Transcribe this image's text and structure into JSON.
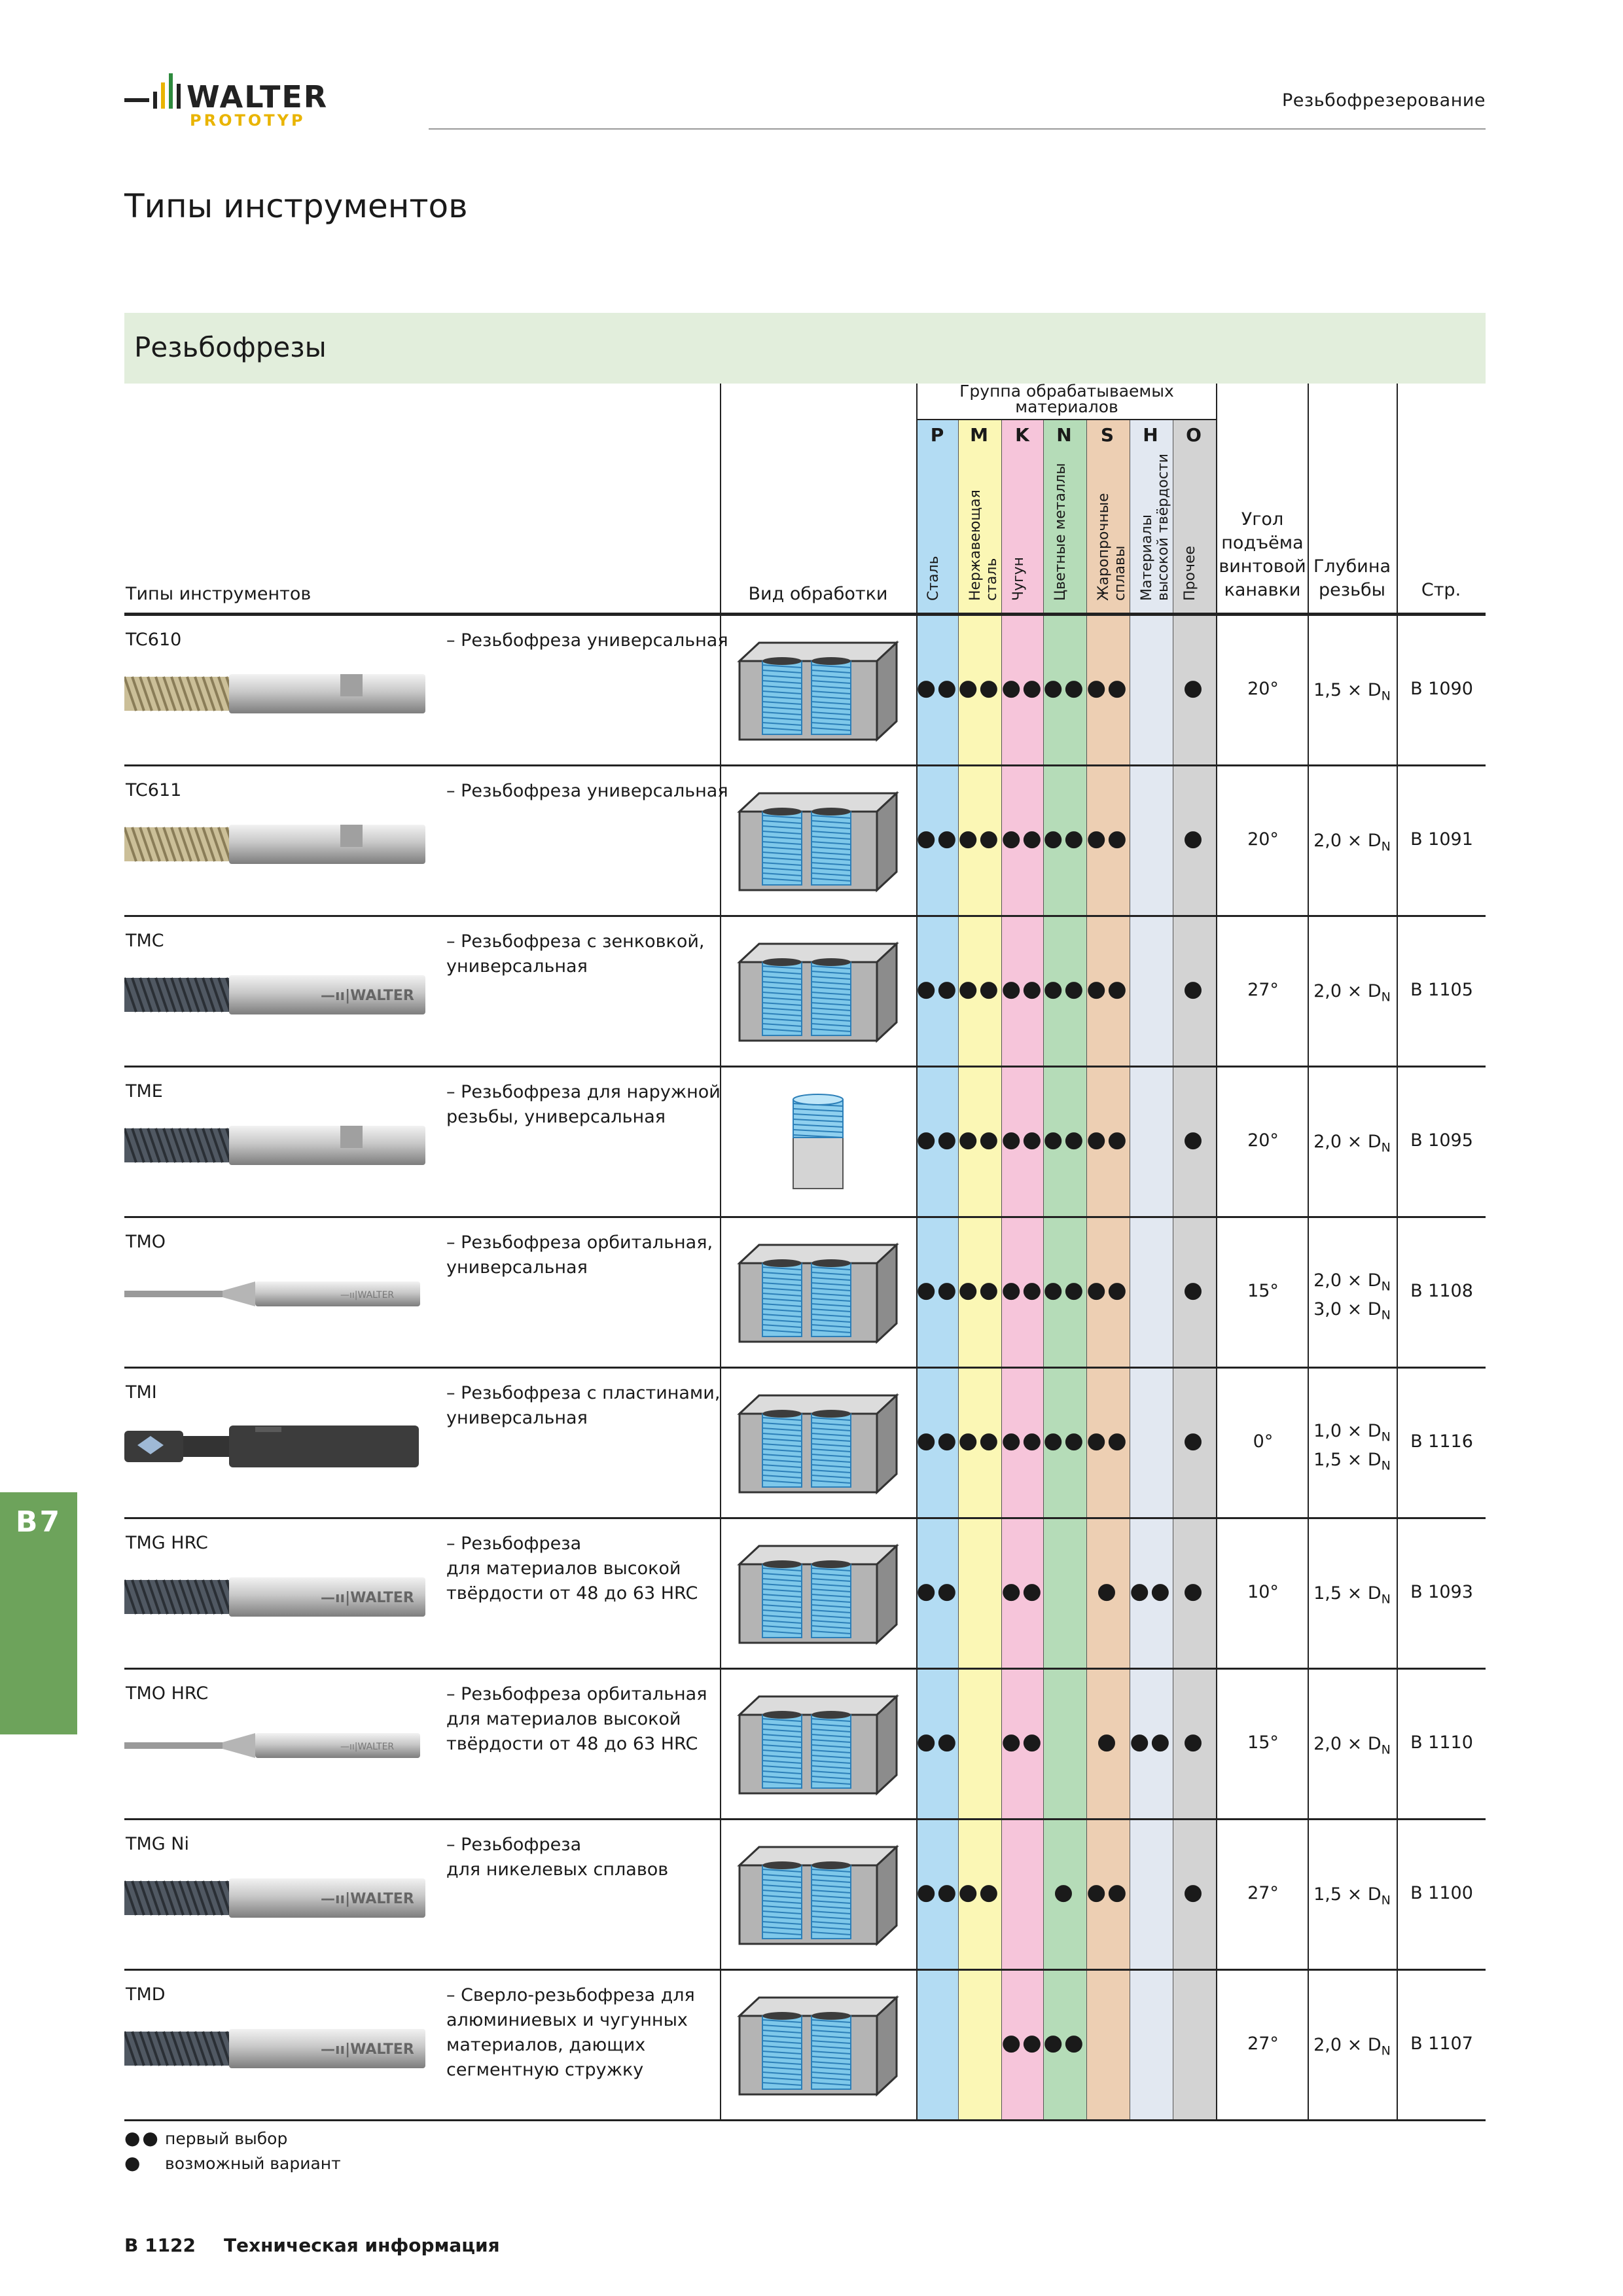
{
  "header": {
    "logo_text": "WALTER",
    "logo_subtext": "PROTOTYP",
    "section": "Резьбофрезерование"
  },
  "page_title": "Типы инструментов",
  "band_title": "Резьбофрезы",
  "table": {
    "col_tool_types": "Типы инструментов",
    "col_process": "Вид обработки",
    "group_header": "Группа обрабатываемых материалов",
    "materials": [
      {
        "letter": "P",
        "name": "Сталь",
        "color": "#b3dcf3"
      },
      {
        "letter": "M",
        "name": "Нержавеющая сталь",
        "color": "#fbf7b5"
      },
      {
        "letter": "K",
        "name": "Чугун",
        "color": "#f6c5da"
      },
      {
        "letter": "N",
        "name": "Цветные металлы",
        "color": "#b5dcb8"
      },
      {
        "letter": "S",
        "name": "Жаропрочные сплавы",
        "color": "#edcfb3"
      },
      {
        "letter": "H",
        "name": "Материалы высокой твёрдости",
        "color": "#e2e8f1"
      },
      {
        "letter": "O",
        "name": "Прочее",
        "color": "#d3d3d3"
      }
    ],
    "col_angle": "Угол подъёма винтовой канавки",
    "col_depth": "Глубина резьбы",
    "col_page": "Стр.",
    "rows": [
      {
        "name": "TC610",
        "desc": "– Резьбофреза универсальная",
        "process": "internal-thread",
        "tool_style": "gold-indexed",
        "ratings": [
          "●●",
          "●●",
          "●●",
          "●●",
          "●●",
          "",
          "●"
        ],
        "angle": "20°",
        "depth": [
          "1,5 × D",
          "N"
        ],
        "page": "B 1090"
      },
      {
        "name": "TC611",
        "desc": "– Резьбофреза универсальная",
        "process": "internal-thread",
        "tool_style": "gold-indexed",
        "ratings": [
          "●●",
          "●●",
          "●●",
          "●●",
          "●●",
          "",
          "●"
        ],
        "angle": "20°",
        "depth": [
          "2,0 × D",
          "N"
        ],
        "page": "B 1091"
      },
      {
        "name": "TMC",
        "desc": "– Резьбофреза с зенковкой,\n   универсальная",
        "process": "internal-thread",
        "tool_style": "grey-logo",
        "ratings": [
          "●●",
          "●●",
          "●●",
          "●●",
          "●●",
          "",
          "●"
        ],
        "angle": "27°",
        "depth": [
          "2,0 × D",
          "N"
        ],
        "page": "B 1105"
      },
      {
        "name": "TME",
        "desc": "– Резьбофреза для наружной\n   резьбы, универсальная",
        "process": "external-thread",
        "tool_style": "grey-indexed",
        "ratings": [
          "●●",
          "●●",
          "●●",
          "●●",
          "●●",
          "",
          "●"
        ],
        "angle": "20°",
        "depth": [
          "2,0 × D",
          "N"
        ],
        "page": "B 1095"
      },
      {
        "name": "TMO",
        "desc": "– Резьбофреза орбитальная,\n   универсальная",
        "process": "internal-thread",
        "tool_style": "thin",
        "ratings": [
          "●●",
          "●●",
          "●●",
          "●●",
          "●●",
          "",
          "●"
        ],
        "angle": "15°",
        "depth": [
          "2,0 × D",
          "N",
          "3,0 × D",
          "N"
        ],
        "page": "B 1108"
      },
      {
        "name": "TMI",
        "desc": "– Резьбофреза с пластинами,\n   универсальная",
        "process": "internal-thread",
        "tool_style": "insert",
        "ratings": [
          "●●",
          "●●",
          "●●",
          "●●",
          "●●",
          "",
          "●"
        ],
        "angle": "0°",
        "depth": [
          "1,0 × D",
          "N",
          "1,5 × D",
          "N"
        ],
        "page": "B 1116"
      },
      {
        "name": "TMG HRC",
        "desc": "– Резьбофреза\n   для материалов высокой\n   твёрдости от 48 до 63 HRC",
        "process": "internal-thread",
        "tool_style": "dark-logo",
        "ratings": [
          "●●",
          "",
          "●●",
          "",
          "●",
          "●●",
          "●"
        ],
        "angle": "10°",
        "depth": [
          "1,5 × D",
          "N"
        ],
        "page": "B 1093"
      },
      {
        "name": "TMO HRC",
        "desc": "– Резьбофреза орбитальная\n   для материалов высокой\n   твёрдости от 48 до 63 HRC",
        "process": "internal-thread",
        "tool_style": "thin",
        "ratings": [
          "●●",
          "",
          "●●",
          "",
          "●",
          "●●",
          "●"
        ],
        "angle": "15°",
        "depth": [
          "2,0 × D",
          "N"
        ],
        "page": "B 1110"
      },
      {
        "name": "TMG Ni",
        "desc": "– Резьбофреза\n   для никелевых сплавов",
        "process": "internal-thread",
        "tool_style": "dark-logo",
        "ratings": [
          "●●",
          "●●",
          "",
          "●",
          "●●",
          "",
          "●"
        ],
        "angle": "27°",
        "depth": [
          "1,5 × D",
          "N"
        ],
        "page": "B 1100"
      },
      {
        "name": "TMD",
        "desc": "– Сверло-резьбофреза для\n   алюминиевых и чугунных\n   материалов, дающих\n   сегментную стружку",
        "process": "internal-thread",
        "tool_style": "drill-logo",
        "ratings": [
          "",
          "",
          "●●",
          "●●",
          "",
          "",
          ""
        ],
        "angle": "27°",
        "depth": [
          "2,0 × D",
          "N"
        ],
        "page": "B 1107"
      }
    ]
  },
  "legend": [
    {
      "symbol": "●●",
      "text": "первый выбор"
    },
    {
      "symbol": "●",
      "text": "возможный вариант"
    }
  ],
  "side_tab": "B7",
  "footer": {
    "page": "B 1122",
    "title": "Техническая информация"
  }
}
